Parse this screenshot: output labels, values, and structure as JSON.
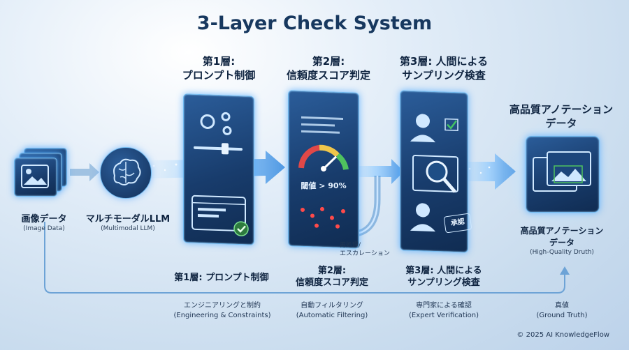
{
  "title": "3-Layer Check System",
  "stage_headers": {
    "layer1": [
      "第1層:",
      "プロンプト制御"
    ],
    "layer2": [
      "第2層:",
      "信頼度スコア判定"
    ],
    "layer3": [
      "第3層: 人間による",
      "サンプリング検査"
    ],
    "output": [
      "高品質アノテーション",
      "データ"
    ]
  },
  "inputs": {
    "image_data": {
      "jp": "画像データ",
      "en": "(Image Data)"
    },
    "llm": {
      "jp": "マルチモーダルLLM",
      "en": "(Multimodal LLM)"
    },
    "output": {
      "jp1": "高品質アノテーション",
      "jp2": "データ",
      "en": "(High-Quality Druth)"
    }
  },
  "gauge": {
    "text": "閾値 > 90%"
  },
  "stamp": {
    "text": "承認"
  },
  "escalation": [
    "再処理/",
    "エスカレーション"
  ],
  "lower_labels": {
    "layer1": "第1層: プロンプト制御",
    "layer2": [
      "第2層:",
      "信頼度スコア判定"
    ],
    "layer3": [
      "第3層: 人間による",
      "サンプリング検査"
    ]
  },
  "bottom_labels": {
    "b1": [
      "エンジニアリングと制約",
      "(Engineering & Constraints)"
    ],
    "b2": [
      "自動フィルタリング",
      "(Automatic Filtering)"
    ],
    "b3": [
      "専門家による確認",
      "(Expert Verification)"
    ],
    "b4": [
      "真値",
      "(Ground Truth)"
    ]
  },
  "copyright": "© 2025 AI KnowledgeFlow",
  "colors": {
    "panel": "#1b4478",
    "glow": "#6fb9f0",
    "title": "#17385f",
    "arrow": "#5ea8e6",
    "check": "#43c463",
    "red_node": "#ff4a4a"
  }
}
